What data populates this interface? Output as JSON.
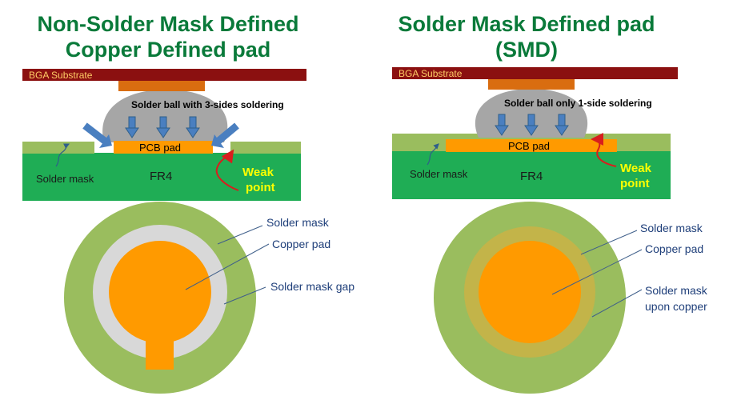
{
  "left": {
    "title_line1": "Non-Solder Mask Defined",
    "title_line2": "Copper Defined pad",
    "substrate_label": "BGA Substrate",
    "ball_label": "Solder ball  with 3-sides  soldering",
    "pad_label": "PCB pad",
    "mask_label": "Solder mask",
    "fr4_label": "FR4",
    "weak_line1": "Weak",
    "weak_line2": "point",
    "callouts": [
      "Solder mask",
      "Copper pad",
      "Solder mask gap"
    ]
  },
  "right": {
    "title_line1": "Solder Mask Defined pad",
    "title_line2": "(SMD)",
    "substrate_label": "BGA Substrate",
    "ball_label": "Solder ball  only 1-side  soldering",
    "pad_label": "PCB pad",
    "mask_label": "Solder mask",
    "fr4_label": "FR4",
    "weak_line1": "Weak",
    "weak_line2": "point",
    "callouts": [
      "Solder mask",
      "Copper pad",
      "Solder mask",
      "upon copper"
    ]
  },
  "colors": {
    "title_green": "#0a7a3a",
    "substrate": "#8b1010",
    "copper": "#ff9a00",
    "fr4": "#1fad55",
    "mask": "#9abd5e",
    "ball": "#a6a6a6",
    "arrow_blue": "#4a7fc0",
    "weak_red": "#d81e1e",
    "weak_text": "#ffff00"
  }
}
